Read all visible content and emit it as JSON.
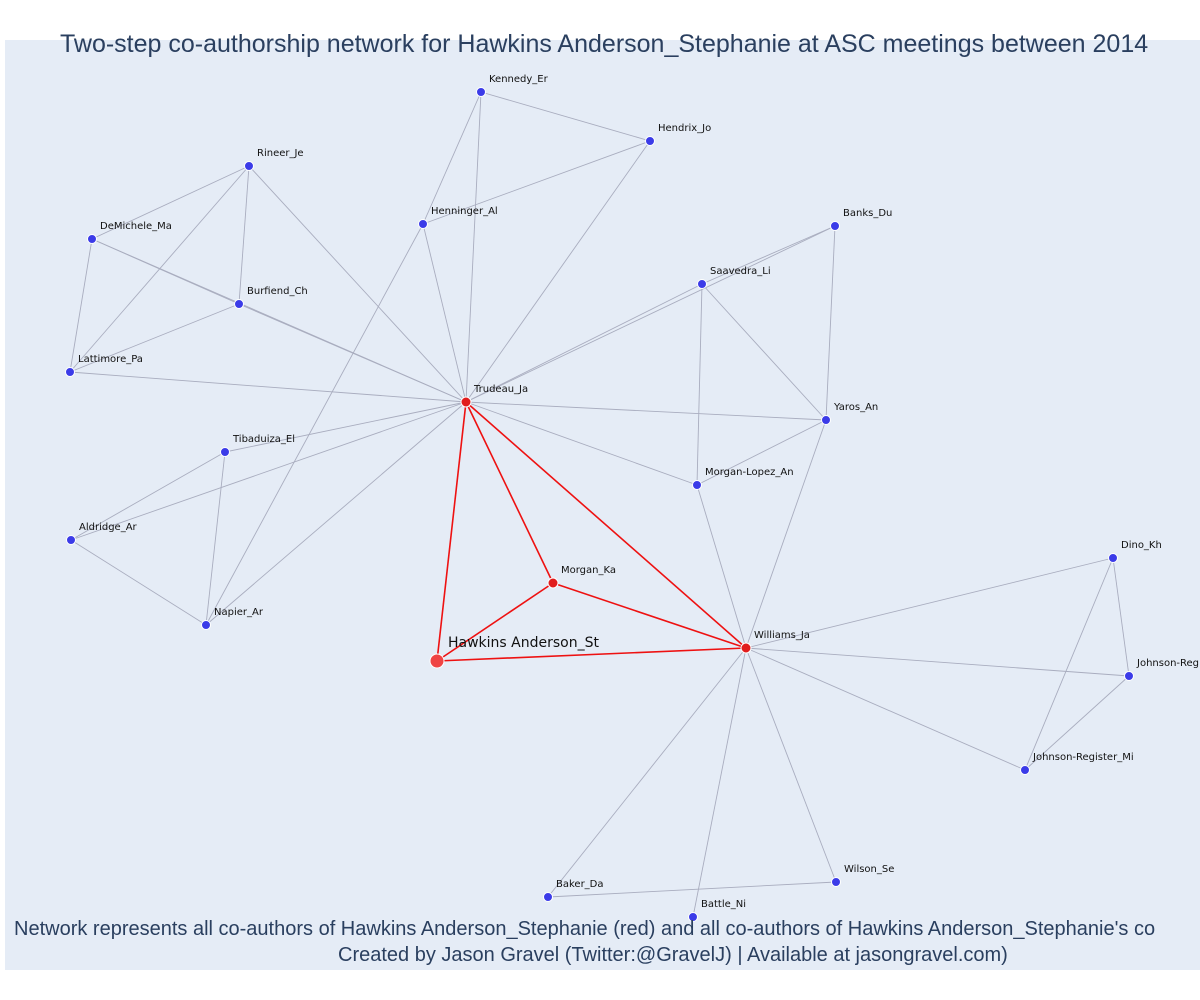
{
  "title": "Two-step co-authorship network for Hawkins Anderson_Stephanie at ASC meetings between 2014",
  "caption": {
    "line1": "Network represents all co-authors of Hawkins Anderson_Stephanie (red) and all co-authors of Hawkins Anderson_Stephanie's co",
    "line2": "Created by Jason Gravel (Twitter:@GravelJ) | Available at jasongravel.com)"
  },
  "colors": {
    "focus_node": "#ef4444",
    "ego_node": "#e11d1d",
    "other_node": "#3b3be8",
    "focus_edge": "#ee1111",
    "other_edge": "#a9adbf",
    "background": "#e5ecf6"
  },
  "nodes": [
    {
      "id": "Kennedy_Er",
      "label": "Kennedy_Er",
      "group": "other"
    },
    {
      "id": "Hendrix_Jo",
      "label": "Hendrix_Jo",
      "group": "other"
    },
    {
      "id": "Rineer_Je",
      "label": "Rineer_Je",
      "group": "other"
    },
    {
      "id": "DeMichele_Ma",
      "label": "DeMichele_Ma",
      "group": "other"
    },
    {
      "id": "Henninger_Al",
      "label": "Henninger_Al",
      "group": "other"
    },
    {
      "id": "Banks_Du",
      "label": "Banks_Du",
      "group": "other"
    },
    {
      "id": "Saavedra_Li",
      "label": "Saavedra_Li",
      "group": "other"
    },
    {
      "id": "Burfiend_Ch",
      "label": "Burfiend_Ch",
      "group": "other"
    },
    {
      "id": "Lattimore_Pa",
      "label": "Lattimore_Pa",
      "group": "other"
    },
    {
      "id": "Trudeau_Ja",
      "label": "Trudeau_Ja",
      "group": "ego"
    },
    {
      "id": "Yaros_An",
      "label": "Yaros_An",
      "group": "other"
    },
    {
      "id": "Tibaduiza_El",
      "label": "Tibaduiza_El",
      "group": "other"
    },
    {
      "id": "Morgan-Lopez_An",
      "label": "Morgan-Lopez_An",
      "group": "other"
    },
    {
      "id": "Aldridge_Ar",
      "label": "Aldridge_Ar",
      "group": "other"
    },
    {
      "id": "Dino_Kh",
      "label": "Dino_Kh",
      "group": "other"
    },
    {
      "id": "Morgan_Ka",
      "label": "Morgan_Ka",
      "group": "ego"
    },
    {
      "id": "Napier_Ar",
      "label": "Napier_Ar",
      "group": "other"
    },
    {
      "id": "Williams_Ja",
      "label": "Williams_Ja",
      "group": "ego"
    },
    {
      "id": "Hawkins_Anderson_St",
      "label": "Hawkins Anderson_St",
      "group": "focus"
    },
    {
      "id": "Johnson-Reg",
      "label": "Johnson-Reg",
      "group": "other"
    },
    {
      "id": "Johnson-Register_Mi",
      "label": "Johnson-Register_Mi",
      "group": "other"
    },
    {
      "id": "Wilson_Se",
      "label": "Wilson_Se",
      "group": "other"
    },
    {
      "id": "Baker_Da",
      "label": "Baker_Da",
      "group": "other"
    },
    {
      "id": "Battle_Ni",
      "label": "Battle_Ni",
      "group": "other"
    }
  ],
  "edges": [
    [
      "Hawkins_Anderson_St",
      "Trudeau_Ja",
      "focus"
    ],
    [
      "Hawkins_Anderson_St",
      "Morgan_Ka",
      "focus"
    ],
    [
      "Hawkins_Anderson_St",
      "Williams_Ja",
      "focus"
    ],
    [
      "Trudeau_Ja",
      "Morgan_Ka",
      "focus"
    ],
    [
      "Trudeau_Ja",
      "Williams_Ja",
      "focus"
    ],
    [
      "Morgan_Ka",
      "Williams_Ja",
      "focus"
    ],
    [
      "Kennedy_Er",
      "Hendrix_Jo",
      "other"
    ],
    [
      "Kennedy_Er",
      "Henninger_Al",
      "other"
    ],
    [
      "Kennedy_Er",
      "Trudeau_Ja",
      "other"
    ],
    [
      "Hendrix_Jo",
      "Henninger_Al",
      "other"
    ],
    [
      "Hendrix_Jo",
      "Trudeau_Ja",
      "other"
    ],
    [
      "Henninger_Al",
      "Trudeau_Ja",
      "other"
    ],
    [
      "Henninger_Al",
      "Napier_Ar",
      "other"
    ],
    [
      "Rineer_Je",
      "DeMichele_Ma",
      "other"
    ],
    [
      "Rineer_Je",
      "Burfiend_Ch",
      "other"
    ],
    [
      "Rineer_Je",
      "Lattimore_Pa",
      "other"
    ],
    [
      "Rineer_Je",
      "Trudeau_Ja",
      "other"
    ],
    [
      "DeMichele_Ma",
      "Lattimore_Pa",
      "other"
    ],
    [
      "DeMichele_Ma",
      "Burfiend_Ch",
      "other"
    ],
    [
      "DeMichele_Ma",
      "Trudeau_Ja",
      "other"
    ],
    [
      "Burfiend_Ch",
      "Lattimore_Pa",
      "other"
    ],
    [
      "Burfiend_Ch",
      "Trudeau_Ja",
      "other"
    ],
    [
      "Lattimore_Pa",
      "Trudeau_Ja",
      "other"
    ],
    [
      "Banks_Du",
      "Saavedra_Li",
      "other"
    ],
    [
      "Banks_Du",
      "Yaros_An",
      "other"
    ],
    [
      "Banks_Du",
      "Trudeau_Ja",
      "other"
    ],
    [
      "Saavedra_Li",
      "Trudeau_Ja",
      "other"
    ],
    [
      "Saavedra_Li",
      "Yaros_An",
      "other"
    ],
    [
      "Saavedra_Li",
      "Morgan-Lopez_An",
      "other"
    ],
    [
      "Trudeau_Ja",
      "Yaros_An",
      "other"
    ],
    [
      "Trudeau_Ja",
      "Morgan-Lopez_An",
      "other"
    ],
    [
      "Trudeau_Ja",
      "Tibaduiza_El",
      "other"
    ],
    [
      "Trudeau_Ja",
      "Aldridge_Ar",
      "other"
    ],
    [
      "Trudeau_Ja",
      "Napier_Ar",
      "other"
    ],
    [
      "Yaros_An",
      "Morgan-Lopez_An",
      "other"
    ],
    [
      "Yaros_An",
      "Williams_Ja",
      "other"
    ],
    [
      "Morgan-Lopez_An",
      "Williams_Ja",
      "other"
    ],
    [
      "Tibaduiza_El",
      "Aldridge_Ar",
      "other"
    ],
    [
      "Tibaduiza_El",
      "Napier_Ar",
      "other"
    ],
    [
      "Aldridge_Ar",
      "Napier_Ar",
      "other"
    ],
    [
      "Williams_Ja",
      "Dino_Kh",
      "other"
    ],
    [
      "Williams_Ja",
      "Johnson-Reg",
      "other"
    ],
    [
      "Williams_Ja",
      "Johnson-Register_Mi",
      "other"
    ],
    [
      "Williams_Ja",
      "Wilson_Se",
      "other"
    ],
    [
      "Williams_Ja",
      "Baker_Da",
      "other"
    ],
    [
      "Williams_Ja",
      "Battle_Ni",
      "other"
    ],
    [
      "Dino_Kh",
      "Johnson-Reg",
      "other"
    ],
    [
      "Dino_Kh",
      "Johnson-Register_Mi",
      "other"
    ],
    [
      "Johnson-Reg",
      "Johnson-Register_Mi",
      "other"
    ],
    [
      "Baker_Da",
      "Wilson_Se",
      "other"
    ]
  ]
}
